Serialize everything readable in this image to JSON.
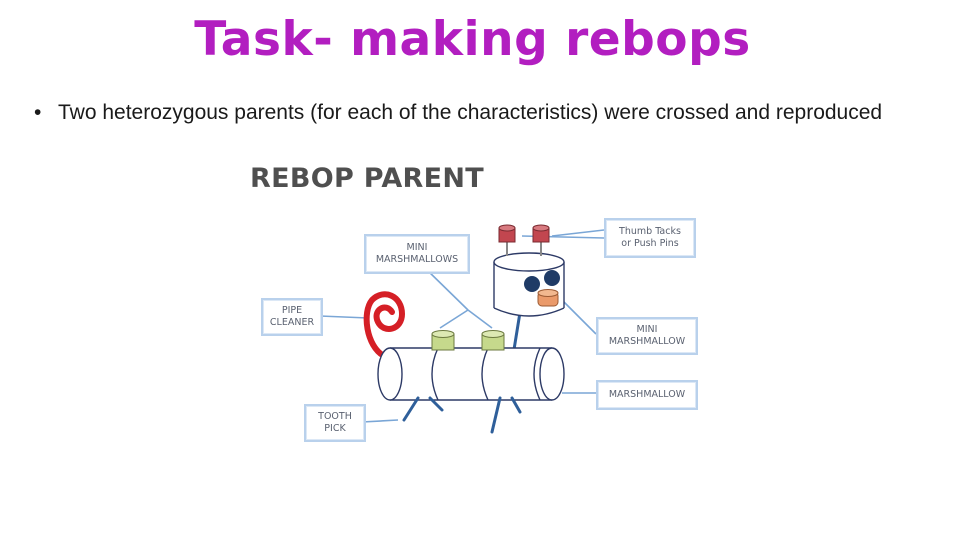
{
  "slide": {
    "title": "Task- making rebops",
    "bullet": "Two heterozygous parents (for each of the characteristics) were crossed and reproduced"
  },
  "diagram": {
    "title": "REBOP PARENT",
    "labels": {
      "mini_marshmallows_head": [
        "MINI",
        "MARSHMALLOWS"
      ],
      "thumb_tacks": [
        "Thumb Tacks",
        "or Push Pins"
      ],
      "pipe_cleaner": [
        "PIPE",
        "CLEANER"
      ],
      "mini_marshmallow_nose": [
        "MINI",
        "MARSHMALLOW"
      ],
      "marshmallow": [
        "MARSHMALLOW"
      ],
      "tooth_pick": [
        "TOOTH",
        "PICK"
      ]
    },
    "colors": {
      "title_accent": "#b21ec0",
      "tack_red": "#c2464f",
      "pipe_cleaner_red": "#d51f26",
      "eye_navy": "#1f3b66",
      "nose_orange": "#ea9a6a",
      "green_marshmallow": "#c6d98c",
      "leader_line": "#7aa6d6"
    }
  }
}
